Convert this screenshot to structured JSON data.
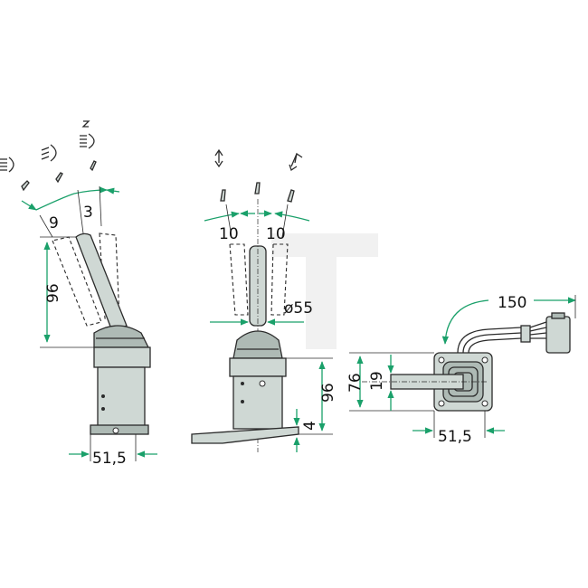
{
  "colors": {
    "part_fill": "#cfd8d4",
    "part_dark": "#aebab5",
    "dimension_green": "#1aa06a",
    "outline": "#2b2b2b",
    "watermark": "#f1f1f1"
  },
  "dimensions": {
    "left_angle_outer": "9",
    "left_angle_inner": "3",
    "left_height": "96",
    "left_width": "51,5",
    "mid_angle_left": "10",
    "mid_angle_right": "10",
    "mid_diameter": "ø55",
    "mid_height": "96",
    "mid_plate": "4",
    "right_cable": "150",
    "right_height": "76",
    "right_shaft": "19",
    "right_width": "51,5"
  },
  "icons": [
    "headlight-high-beam-icon",
    "headlight-low-beam-icon",
    "horn-icon",
    "direction-arrows-icon"
  ]
}
